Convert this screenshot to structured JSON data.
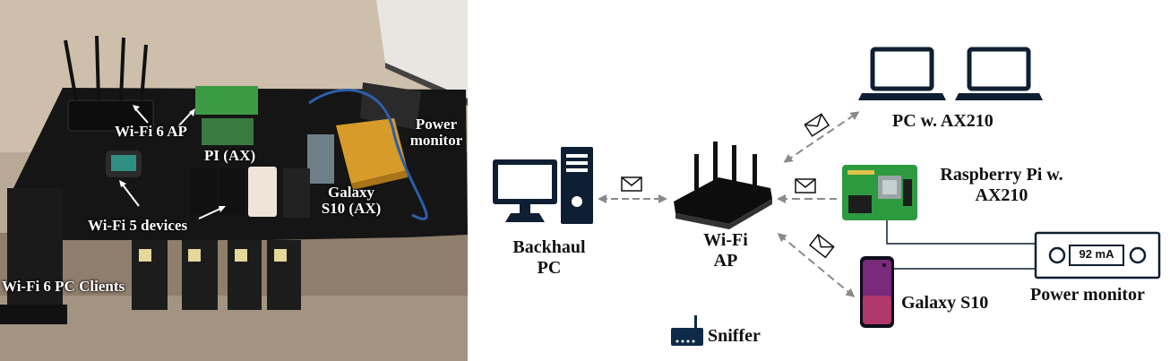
{
  "photo": {
    "labels": {
      "wifi6_ap": "Wi-Fi 6 AP",
      "pi_ax": "PI (AX)",
      "power_monitor_line1": "Power",
      "power_monitor_line2": "monitor",
      "galaxy_line1": "Galaxy",
      "galaxy_line2": "S10 (AX)",
      "wifi5_devices": "Wi-Fi 5 devices",
      "wifi6_pc_clients": "Wi-Fi 6 PC Clients"
    }
  },
  "diagram": {
    "backhaul_line1": "Backhaul",
    "backhaul_line2": "PC",
    "ap_line1": "Wi-Fi",
    "ap_line2": "AP",
    "pc_ax210": "PC w. AX210",
    "rpi_line1": "Raspberry Pi w.",
    "rpi_line2": "AX210",
    "galaxy": "Galaxy S10",
    "power_monitor": "Power monitor",
    "power_reading": "92 mA",
    "sniffer": "Sniffer"
  },
  "colors": {
    "device_dark": "#0f1f33",
    "arrow_gray": "#8a8a8a",
    "sniffer_blue": "#0e2a47",
    "pi_green": "#2e9a3f"
  }
}
